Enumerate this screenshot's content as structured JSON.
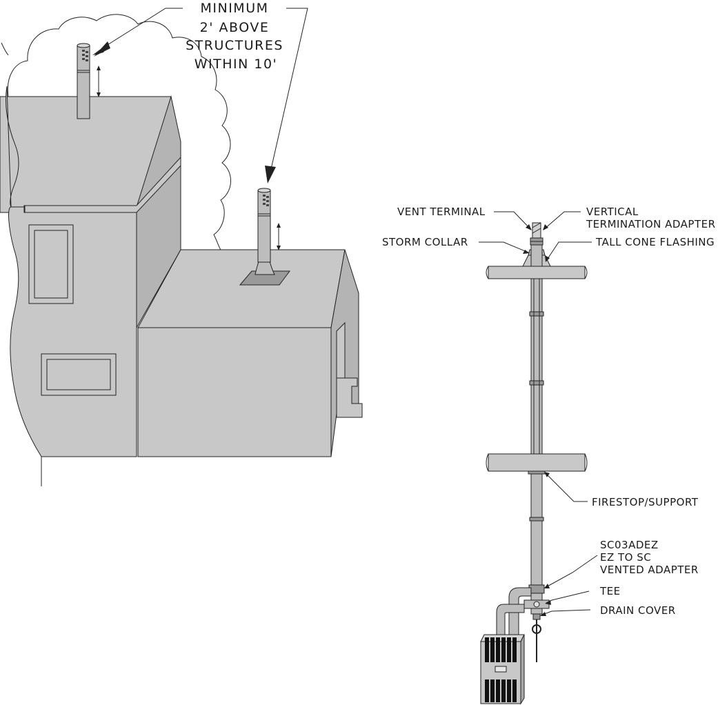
{
  "house_callout": {
    "lines": [
      "MINIMUM",
      "2' ABOVE",
      "STRUCTURES",
      "WITHIN 10'"
    ]
  },
  "vent_labels": {
    "vent_terminal": "VENT TERMINAL",
    "vertical_termination_adapter": [
      "VERTICAL",
      "TERMINATION ADAPTER"
    ],
    "storm_collar": "STORM COLLAR",
    "tall_cone_flashing": "TALL CONE FLASHING",
    "firestop_support": "FIRESTOP/SUPPORT",
    "vented_adapter": [
      "SC03ADEZ",
      "EZ TO SC",
      "VENTED ADAPTER"
    ],
    "tee": "TEE",
    "drain_cover": "DRAIN COVER"
  },
  "colors": {
    "wall": "#c8c8c8",
    "line": "#222222",
    "background": "#ffffff"
  }
}
